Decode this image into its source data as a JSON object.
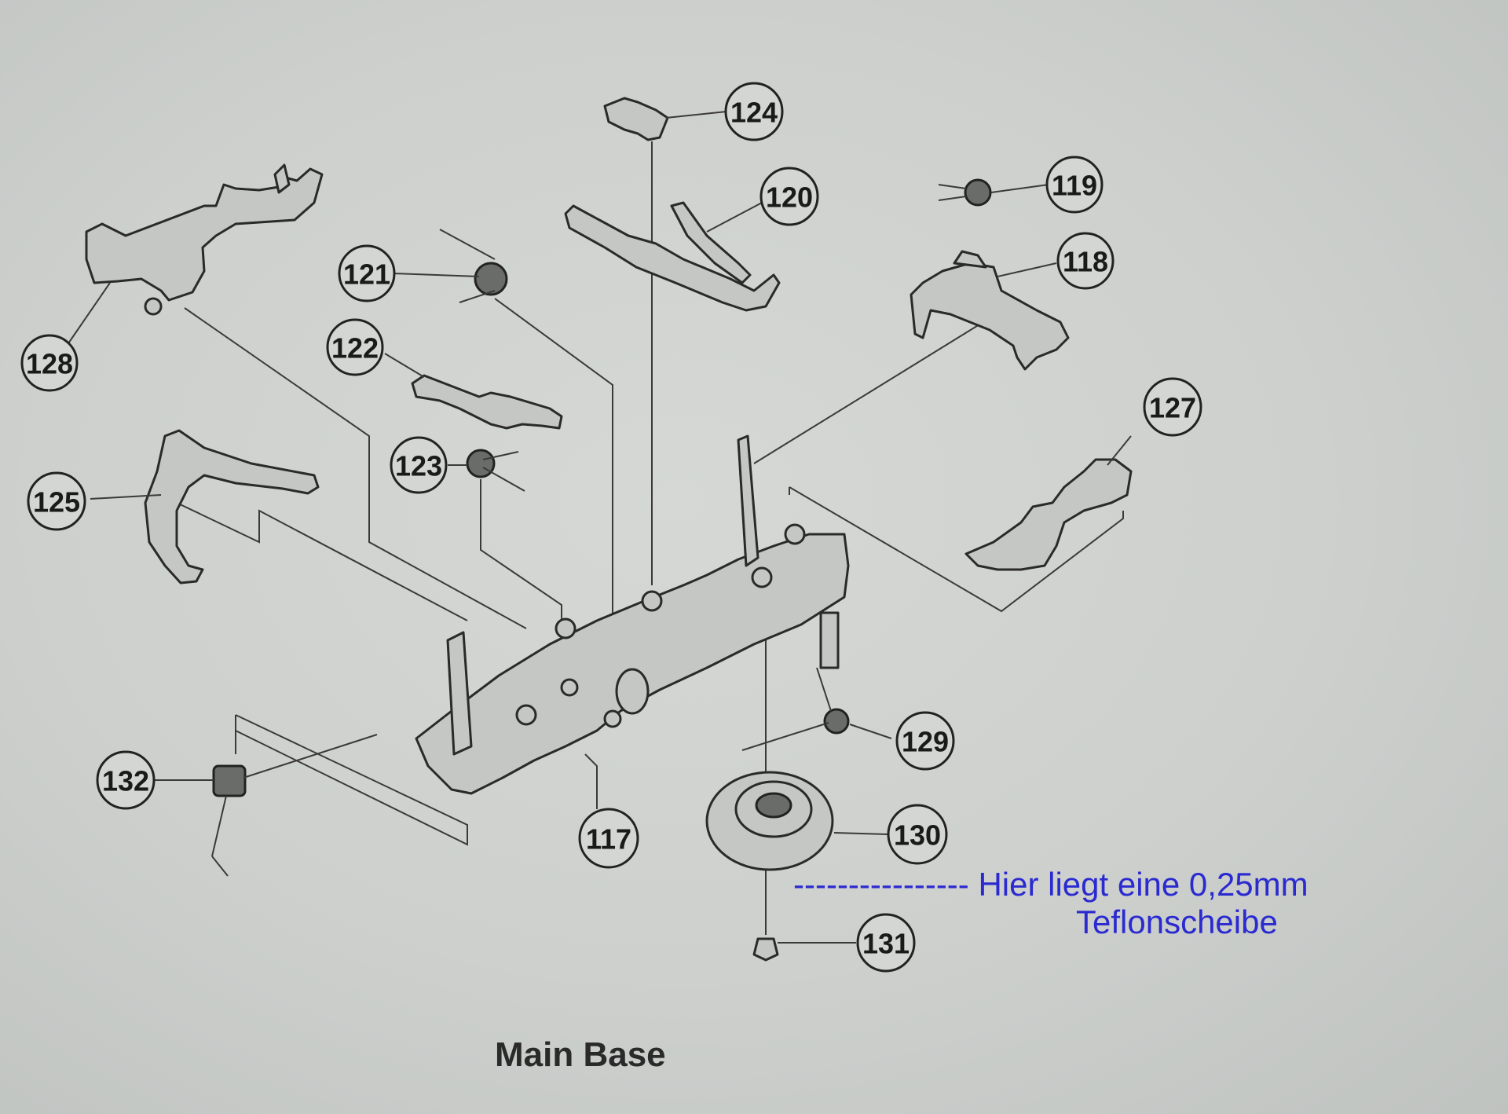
{
  "caption": "Main Base",
  "annotation": {
    "dashes": "----------------",
    "line1": "Hier liegt eine 0,25mm",
    "line2": "Teflonscheibe",
    "color": "#2a2ad0"
  },
  "callouts": {
    "c117": "117",
    "c118": "118",
    "c119": "119",
    "c120": "120",
    "c121": "121",
    "c122": "122",
    "c123": "123",
    "c124": "124",
    "c125": "125",
    "c127": "127",
    "c128": "128",
    "c129": "129",
    "c130": "130",
    "c131": "131",
    "c132": "132"
  }
}
